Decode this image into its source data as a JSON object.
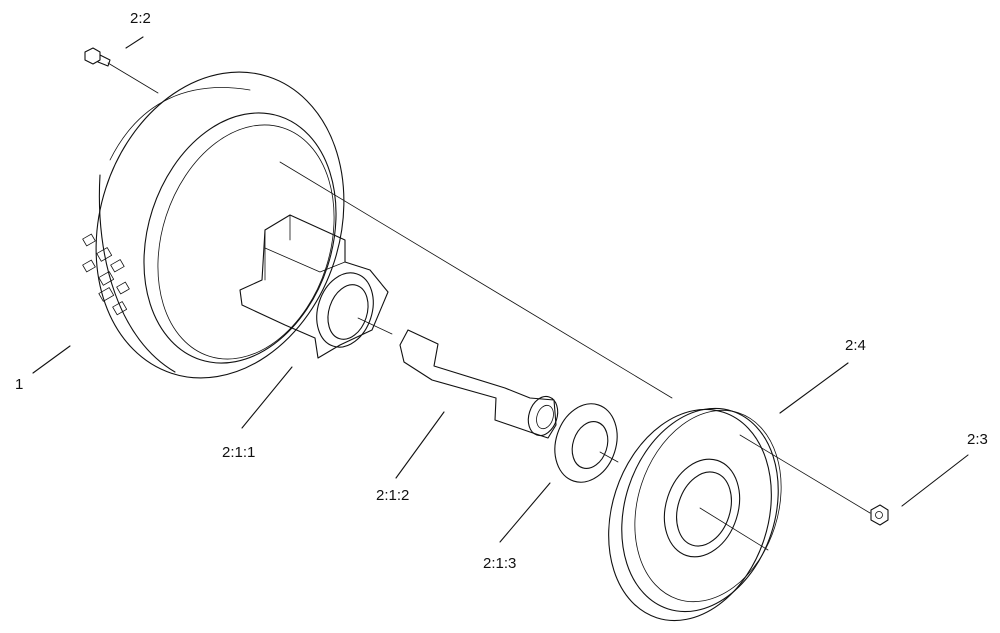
{
  "diagram": {
    "callouts": [
      {
        "id": "label-2-2",
        "text": "2:2"
      },
      {
        "id": "label-1",
        "text": "1"
      },
      {
        "id": "label-2-1-1",
        "text": "2:1:1"
      },
      {
        "id": "label-2-1-2",
        "text": "2:1:2"
      },
      {
        "id": "label-2-1-3",
        "text": "2:1:3"
      },
      {
        "id": "label-2-4",
        "text": "2:4"
      },
      {
        "id": "label-2-3",
        "text": "2:3"
      }
    ]
  }
}
